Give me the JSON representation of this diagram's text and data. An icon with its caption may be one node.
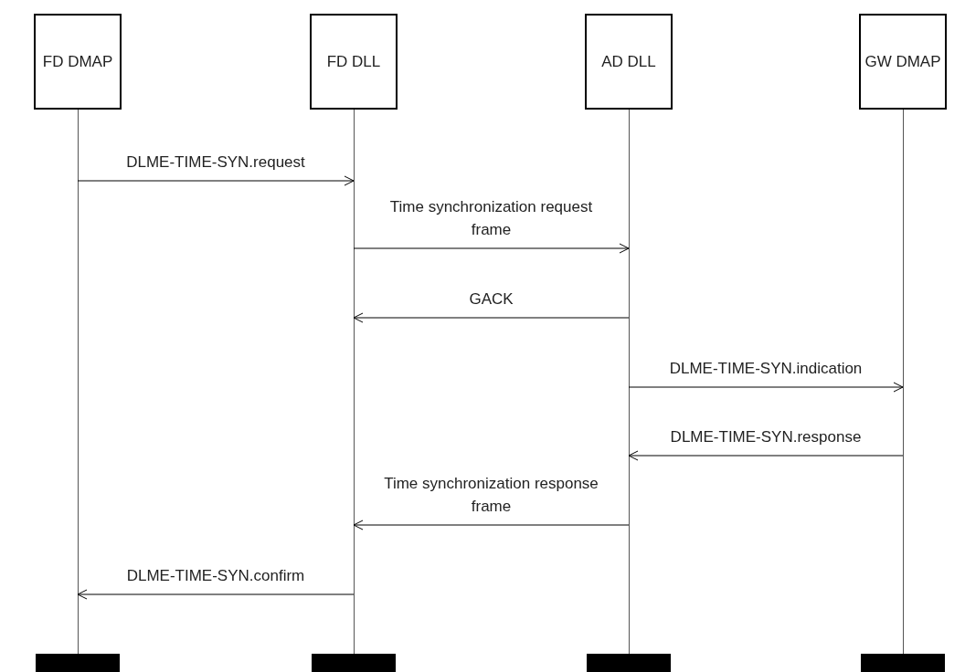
{
  "diagram": {
    "nodes": [
      {
        "text": [
          "FD DMAP"
        ]
      },
      {
        "text": [
          "FD DLL"
        ]
      },
      {
        "text": [
          "AD DLL"
        ]
      },
      {
        "text": [
          "GW DMAP"
        ]
      },
      {
        "text": [],
        "shape": "line"
      },
      {
        "text": [],
        "shape": "line"
      },
      {
        "text": [],
        "shape": "line"
      },
      {
        "text": [],
        "shape": "line"
      },
      {
        "text": [],
        "shape": "bar"
      },
      {
        "text": [],
        "shape": "bar"
      },
      {
        "text": [],
        "shape": "bar"
      },
      {
        "text": [],
        "shape": "bar"
      }
    ],
    "edges": [
      {
        "from": 4,
        "to": 5,
        "arrow": "to",
        "label": "DLME-TIME-SYN.request"
      },
      {
        "from": 5,
        "to": 6,
        "arrow": "to",
        "label": "Time synchronization request frame"
      },
      {
        "from": 6,
        "to": 5,
        "arrow": "to",
        "label": "GACK"
      },
      {
        "from": 6,
        "to": 7,
        "arrow": "to",
        "label": "DLME-TIME-SYN.indication"
      },
      {
        "from": 7,
        "to": 6,
        "arrow": "to",
        "label": "DLME-TIME-SYN.response"
      },
      {
        "from": 6,
        "to": 5,
        "arrow": "to",
        "label": "Time synchronization response frame"
      },
      {
        "from": 5,
        "to": 4,
        "arrow": "to",
        "label": "DLME-TIME-SYN.confirm"
      }
    ]
  }
}
